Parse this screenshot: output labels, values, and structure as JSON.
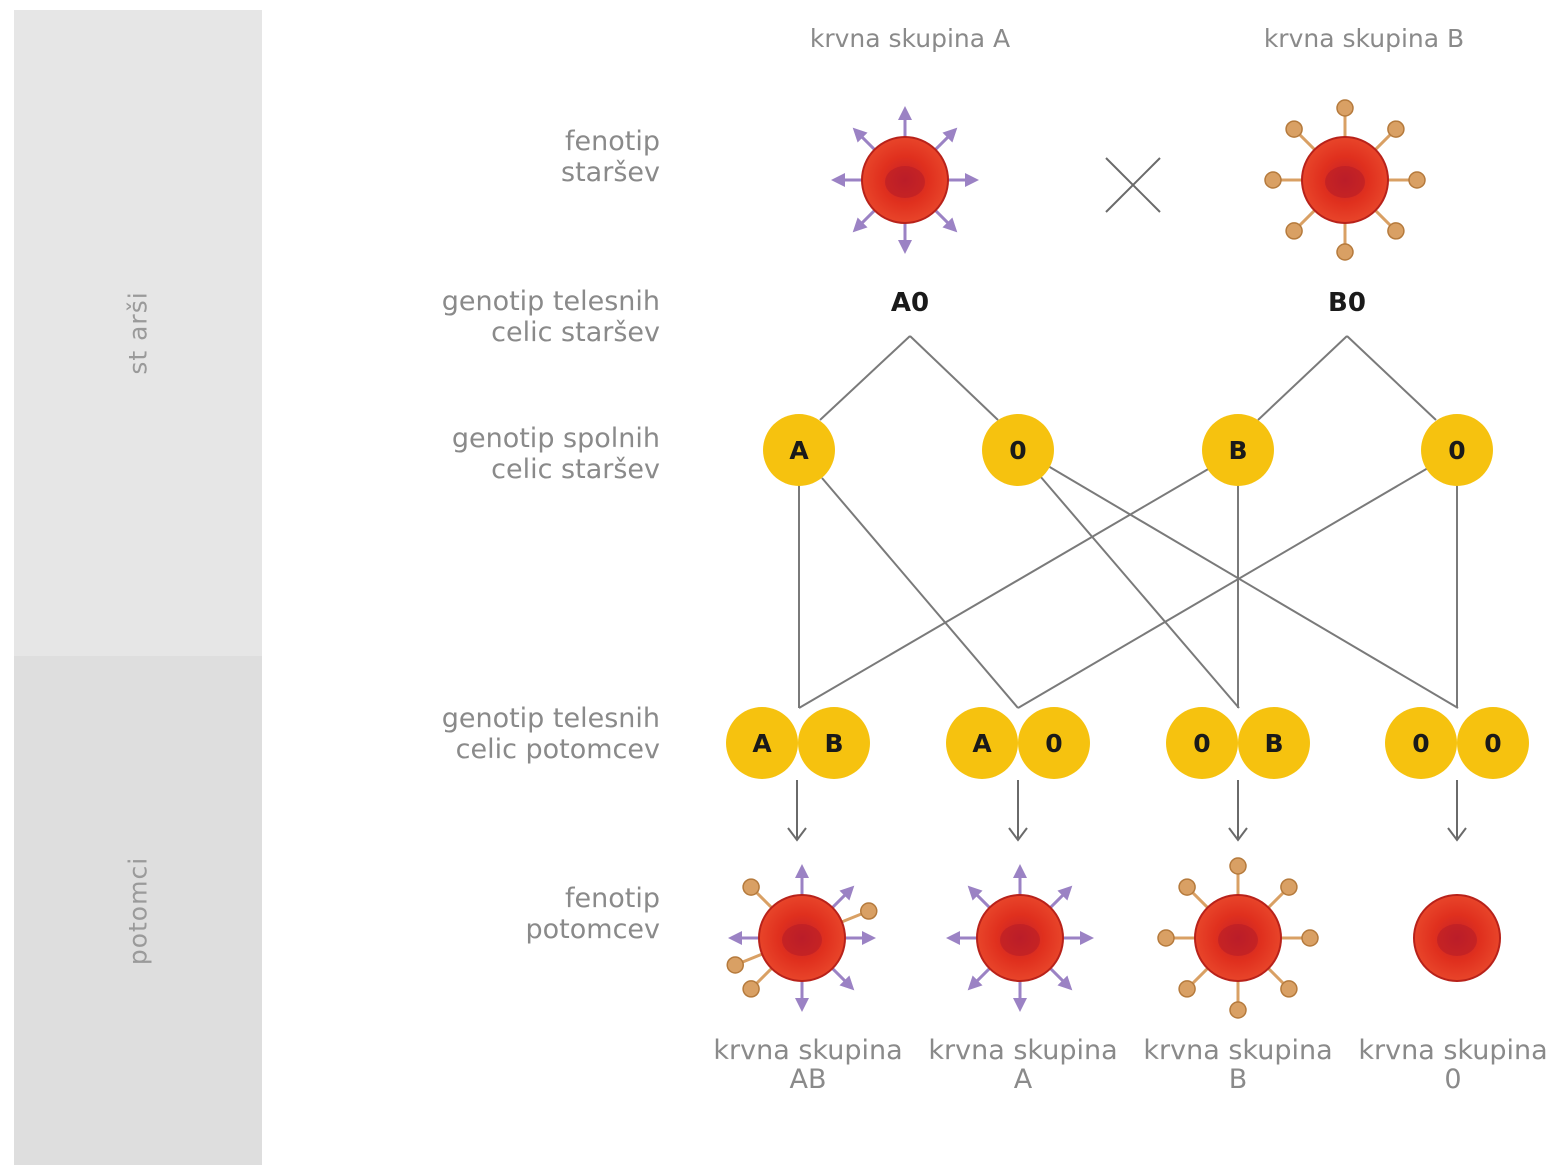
{
  "sections": {
    "parents": "st arši",
    "offspring": "potomci"
  },
  "row_labels": {
    "parent_phenotype": [
      "fenotip",
      "staršev"
    ],
    "parent_somatic_genotype": [
      "genotip telesnih",
      "celic staršev"
    ],
    "parent_gamete_genotype": [
      "genotip spolnih",
      "celic staršev"
    ],
    "offspring_somatic_genotype": [
      "genotip telesnih",
      "celic potomcev"
    ],
    "offspring_phenotype": [
      "fenotip",
      "potomcev"
    ]
  },
  "parents": [
    {
      "blood_group_label": "krvna skupina A",
      "genotype": "A0",
      "antigens": "A",
      "gametes": [
        "A",
        "0"
      ]
    },
    {
      "blood_group_label": "krvna skupina B",
      "genotype": "B0",
      "antigens": "B",
      "gametes": [
        "B",
        "0"
      ]
    }
  ],
  "cross_symbol": "×",
  "offspring": [
    {
      "alleles": [
        "A",
        "B"
      ],
      "antigens": "AB",
      "caption": [
        "krvna skupina",
        "AB"
      ]
    },
    {
      "alleles": [
        "A",
        "0"
      ],
      "antigens": "A",
      "caption": [
        "krvna skupina",
        "A"
      ]
    },
    {
      "alleles": [
        "0",
        "B"
      ],
      "antigens": "B",
      "caption": [
        "krvna skupina",
        "B"
      ]
    },
    {
      "alleles": [
        "0",
        "0"
      ],
      "antigens": "none",
      "caption": [
        "krvna skupina",
        "0"
      ]
    }
  ],
  "colors": {
    "allele_fill": "#f6c20f",
    "cell_red": "#e0301e",
    "antigen_a": "#9b82c4",
    "antigen_b": "#d9a064",
    "line": "#7a7a7a"
  }
}
